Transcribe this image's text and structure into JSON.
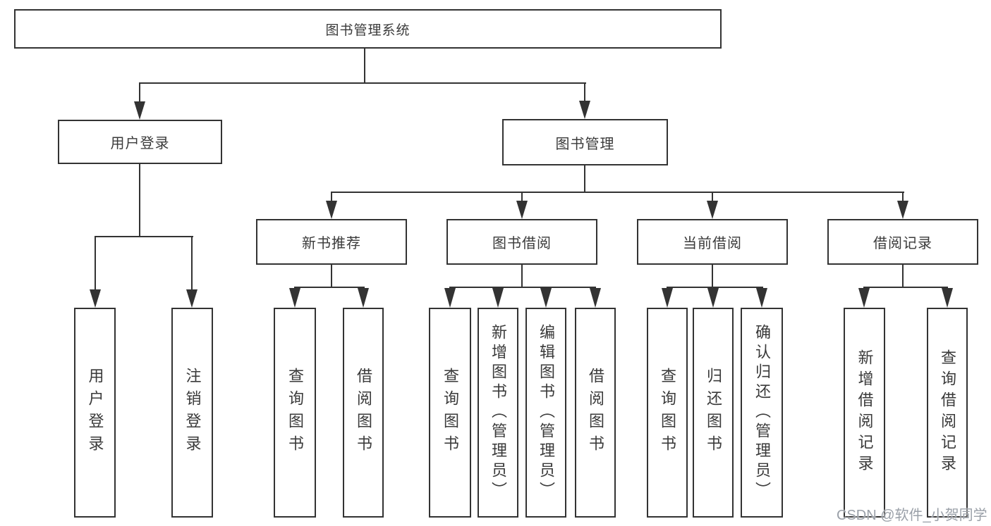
{
  "diagram": {
    "root": {
      "label": "图书管理系统"
    },
    "level2": [
      {
        "label": "用户登录"
      },
      {
        "label": "图书管理"
      }
    ],
    "level3": [
      {
        "label": "新书推荐"
      },
      {
        "label": "图书借阅"
      },
      {
        "label": "当前借阅"
      },
      {
        "label": "借阅记录"
      }
    ],
    "leaves": [
      {
        "label": "用户登录",
        "parent": "用户登录"
      },
      {
        "label": "注销登录",
        "parent": "用户登录"
      },
      {
        "label": "查询图书",
        "parent": "新书推荐"
      },
      {
        "label": "借阅图书",
        "parent": "新书推荐"
      },
      {
        "label": "查询图书",
        "parent": "图书借阅"
      },
      {
        "label": "新增图书（管理员）",
        "parent": "图书借阅"
      },
      {
        "label": "编辑图书（管理员）",
        "parent": "图书借阅"
      },
      {
        "label": "借阅图书",
        "parent": "图书借阅"
      },
      {
        "label": "查询图书",
        "parent": "当前借阅"
      },
      {
        "label": "归还图书",
        "parent": "当前借阅"
      },
      {
        "label": "确认归还（管理员）",
        "parent": "当前借阅"
      },
      {
        "label": "新增借阅记录",
        "parent": "借阅记录"
      },
      {
        "label": "查询借阅记录",
        "parent": "借阅记录"
      }
    ]
  },
  "watermark": {
    "text": "CSDN @软件_小贺同学"
  },
  "colors": {
    "line": "#333333",
    "box_border": "#333333",
    "box_fill": "#ffffff",
    "text": "#3a3a3a",
    "background": "#ffffff",
    "watermark": "#9aa0a8"
  }
}
